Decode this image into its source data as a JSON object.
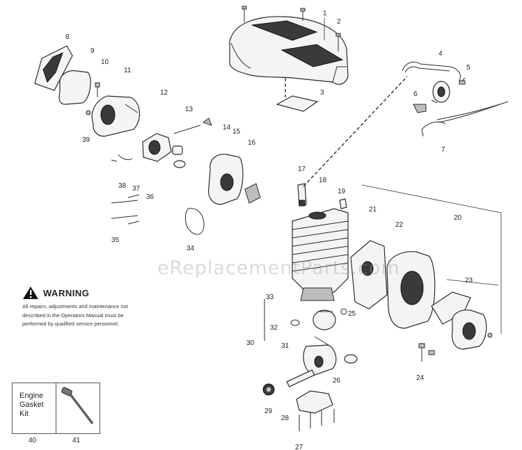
{
  "watermark": "eReplacementParts.com",
  "warning": {
    "title": "WARNING",
    "lines": [
      "All repairs, adjustments and maintenance not",
      "described in the Operators Manual must be",
      "performed by qualified  service personnel."
    ]
  },
  "kit": {
    "gasket_label_lines": [
      "Engine",
      "Gasket",
      "Kit"
    ],
    "gasket_number": "40",
    "tool_number": "41"
  },
  "callouts": [
    "1",
    "2",
    "3",
    "4",
    "5",
    "6",
    "7",
    "8",
    "9",
    "10",
    "11",
    "12",
    "13",
    "14",
    "15",
    "16",
    "17",
    "18",
    "19",
    "20",
    "21",
    "22",
    "23",
    "24",
    "25",
    "26",
    "27",
    "28",
    "29",
    "30",
    "31",
    "32",
    "33",
    "34",
    "35",
    "36",
    "37",
    "38",
    "39"
  ],
  "icons": {
    "warning": "warning-triangle-icon",
    "tool": "scrench-tool-icon"
  }
}
